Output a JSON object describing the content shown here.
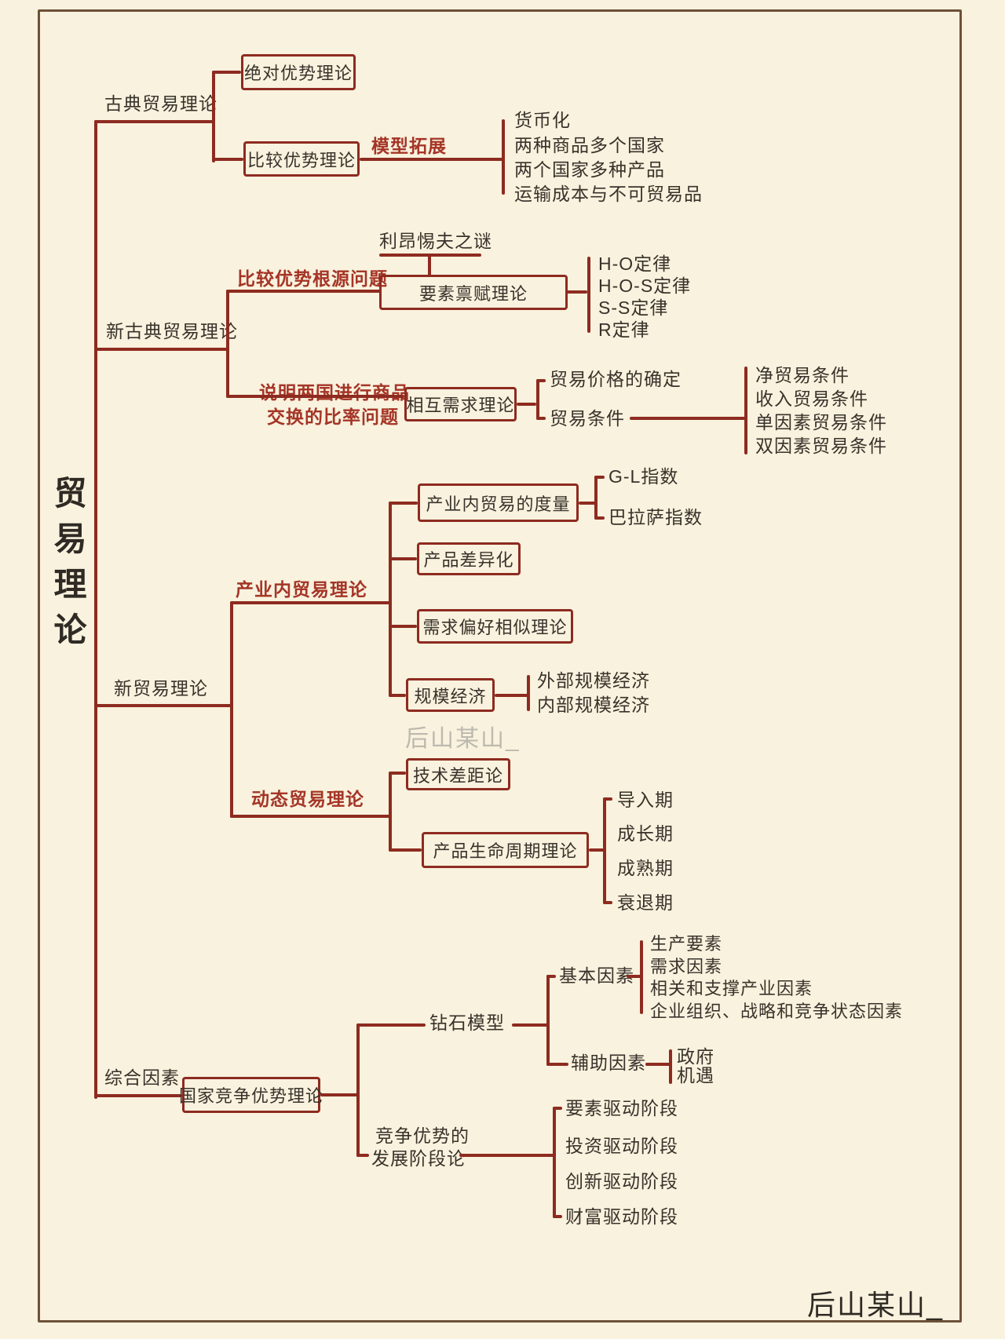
{
  "root": {
    "label": "贸易理论"
  },
  "watermark": {
    "center": "后山某山_",
    "bottom_right": "后山某山_"
  },
  "colors": {
    "background": "#f8f2de",
    "frame": "#6e5138",
    "line_and_box": "#8e2b20",
    "red_text": "#a53527",
    "black_text": "#39322b",
    "watermark_gray": "#bdb9ae"
  },
  "branches": {
    "classical": {
      "label": "古典贸易理论",
      "absolute_advantage": "绝对优势理论",
      "comparative_advantage": "比较优势理论",
      "model_expansion": "模型拓展",
      "expansion_items": [
        "货币化",
        "两种商品多个国家",
        "两个国家多种产品",
        "运输成本与不可贸易品"
      ]
    },
    "neoclassical": {
      "label": "新古典贸易理论",
      "leontief_paradox": "利昂惕夫之谜",
      "root_question": "比较优势根源问题",
      "factor_endowment": "要素禀赋理论",
      "laws": [
        "H-O定律",
        "H-O-S定律",
        "S-S定律",
        "R定律"
      ],
      "exchange_question_line1": "说明两国进行商品",
      "exchange_question_line2": "交换的比率问题",
      "reciprocal_demand": "相互需求理论",
      "price_determination": "贸易价格的确定",
      "terms_of_trade": "贸易条件",
      "terms_items": [
        "净贸易条件",
        "收入贸易条件",
        "单因素贸易条件",
        "双因素贸易条件"
      ]
    },
    "new_trade": {
      "label": "新贸易理论",
      "intra_industry": {
        "label": "产业内贸易理论",
        "measurement": "产业内贸易的度量",
        "indices": [
          "G-L指数",
          "巴拉萨指数"
        ],
        "differentiation": "产品差异化",
        "preference_similarity": "需求偏好相似理论",
        "economies_of_scale": "规模经济",
        "scale_items": [
          "外部规模经济",
          "内部规模经济"
        ]
      },
      "dynamic": {
        "label": "动态贸易理论",
        "tech_gap": "技术差距论",
        "product_lifecycle": "产品生命周期理论",
        "phases": [
          "导入期",
          "成长期",
          "成熟期",
          "衰退期"
        ]
      }
    },
    "comprehensive": {
      "label": "综合因素",
      "national_advantage": "国家竞争优势理论",
      "diamond_model": "钻石模型",
      "basic_factors": "基本因素",
      "basic_items": [
        "生产要素",
        "需求因素",
        "相关和支撑产业因素",
        "企业组织、战略和竞争状态因素"
      ],
      "auxiliary_factors": "辅助因素",
      "aux_items": [
        "政府",
        "机遇"
      ],
      "stages_label_line1": "竞争优势的",
      "stages_label_line2": "发展阶段论",
      "stage_items": [
        "要素驱动阶段",
        "投资驱动阶段",
        "创新驱动阶段",
        "财富驱动阶段"
      ]
    }
  }
}
